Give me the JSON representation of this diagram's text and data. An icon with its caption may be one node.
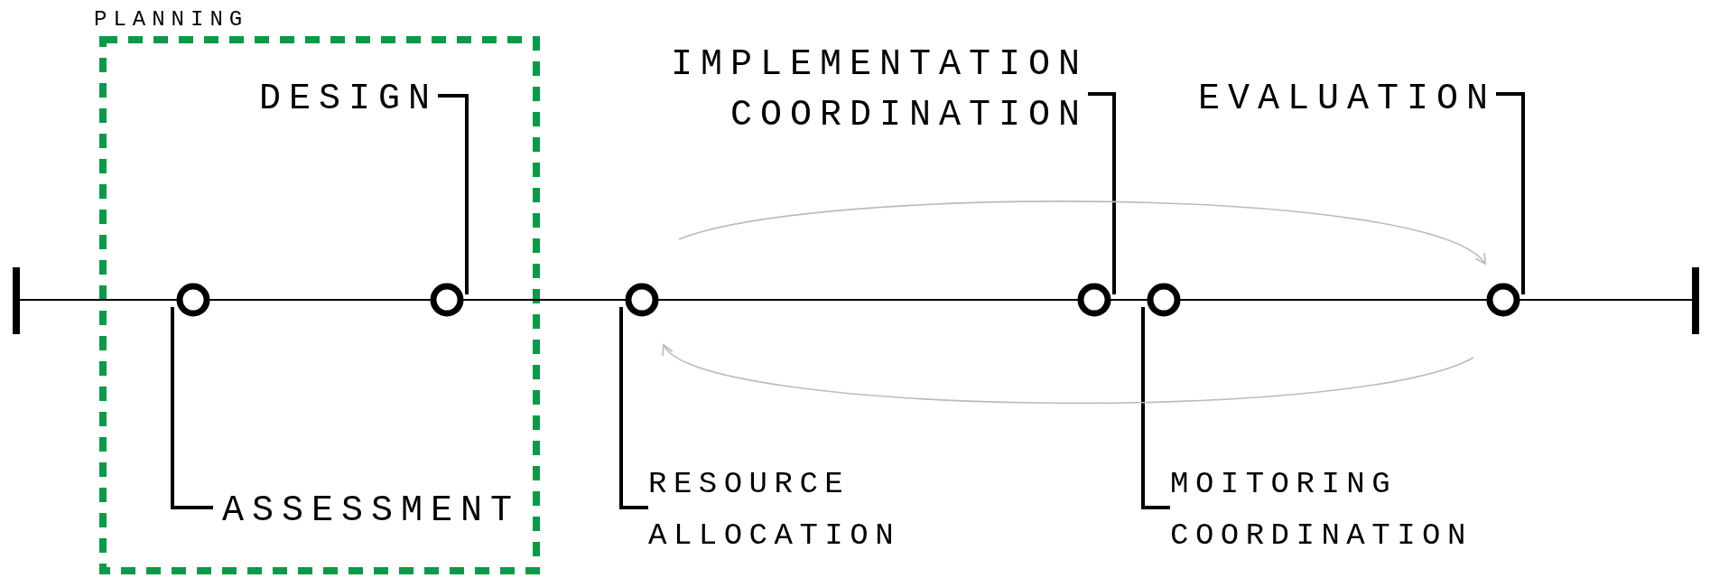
{
  "diagram": {
    "nodes": [
      {
        "text": [
          "PLANNING"
        ]
      },
      {
        "text": [
          "DESIGN"
        ],
        "in": 0
      },
      {
        "text": [
          "ASSESSMENT"
        ],
        "in": 0
      },
      {
        "text": [],
        "shape": "circle",
        "in": 0
      },
      {
        "text": [],
        "shape": "circle",
        "in": 0
      },
      {
        "text": [
          "IMPLEMENTATION COORDINATION"
        ]
      },
      {
        "text": [
          "EVALUATION"
        ]
      },
      {
        "text": [
          "RESOURCE ALLOCATION"
        ]
      },
      {
        "text": [
          "MOITORING COORDINATION"
        ]
      },
      {
        "text": [],
        "shape": "circle"
      },
      {
        "text": [],
        "shape": "circle"
      },
      {
        "text": [],
        "shape": "circle"
      },
      {
        "text": [],
        "shape": "circle"
      }
    ],
    "edges": [
      {
        "from": 1,
        "to": 4,
        "arrow": "none"
      },
      {
        "from": 2,
        "to": 3,
        "arrow": "none"
      },
      {
        "from": 5,
        "to": 10,
        "arrow": "none"
      },
      {
        "from": 6,
        "to": 12,
        "arrow": "none"
      },
      {
        "from": 7,
        "to": 9,
        "arrow": "none"
      },
      {
        "from": 8,
        "to": 11,
        "arrow": "none"
      },
      {
        "from": 9,
        "to": 12,
        "arrow": "to",
        "color": "#bbbbbb"
      },
      {
        "from": 12,
        "to": 9,
        "arrow": "to",
        "color": "#bbbbbb"
      }
    ]
  }
}
